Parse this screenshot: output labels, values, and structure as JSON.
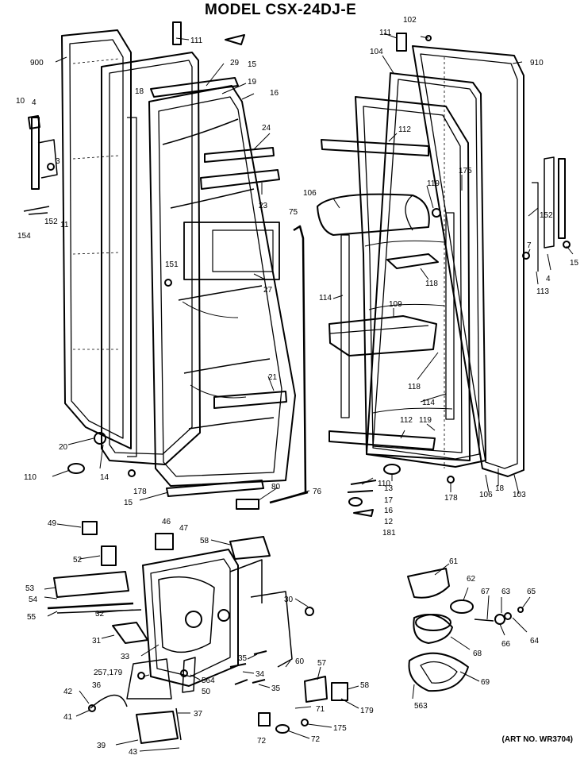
{
  "title": "MODEL CSX-24DJ-E",
  "art_number": "(ART NO. WR3704)",
  "callouts": {
    "c900": "900",
    "c910": "910",
    "c111a": "111",
    "c111b": "111",
    "c102": "102",
    "c104": "104",
    "c29": "29",
    "c15a": "15",
    "c19": "19",
    "c18a": "18",
    "c16": "16",
    "c10": "10",
    "c4a": "4",
    "c3": "3",
    "c152a": "152",
    "c11": "11",
    "c154": "154",
    "c24": "24",
    "c23": "23",
    "c75": "75",
    "c151": "151",
    "c27": "27",
    "c21": "21",
    "c20": "20",
    "c14": "14",
    "c110a": "110",
    "c178a": "178",
    "c15b": "15",
    "c80": "80",
    "c76": "76",
    "c112a": "112",
    "c106a": "106",
    "c119a": "119",
    "c175a": "175",
    "c118a": "118",
    "c114a": "114",
    "c109": "109",
    "c118b": "118",
    "c114b": "114",
    "c112b": "112",
    "c119b": "119",
    "c152b": "152",
    "c7": "7",
    "c15c": "15",
    "c4b": "4",
    "c113": "113",
    "c110b": "110",
    "c13": "13",
    "c17": "17",
    "c16b": "16",
    "c12": "12",
    "c181": "181",
    "c178b": "178",
    "c106b": "106",
    "c18b": "18",
    "c103": "103",
    "c49": "49",
    "c46": "46",
    "c47": "47",
    "c58a": "58",
    "c52": "52",
    "c53": "53",
    "c54": "54",
    "c55": "55",
    "c32": "32",
    "c31": "31",
    "c33": "33",
    "c30": "30",
    "c35a": "35",
    "c60": "60",
    "c34": "34",
    "c35b": "35",
    "c564": "564",
    "c50": "50",
    "c257": "257,179",
    "c36": "36",
    "c42": "42",
    "c41": "41",
    "c37": "37",
    "c39": "39",
    "c43": "43",
    "c57": "57",
    "c58b": "58",
    "c71": "71",
    "c179": "179",
    "c175b": "175",
    "c72a": "72",
    "c72b": "72",
    "c61": "61",
    "c62": "62",
    "c67": "67",
    "c63": "63",
    "c65": "65",
    "c66": "66",
    "c64": "64",
    "c68": "68",
    "c69": "69",
    "c563": "563"
  }
}
